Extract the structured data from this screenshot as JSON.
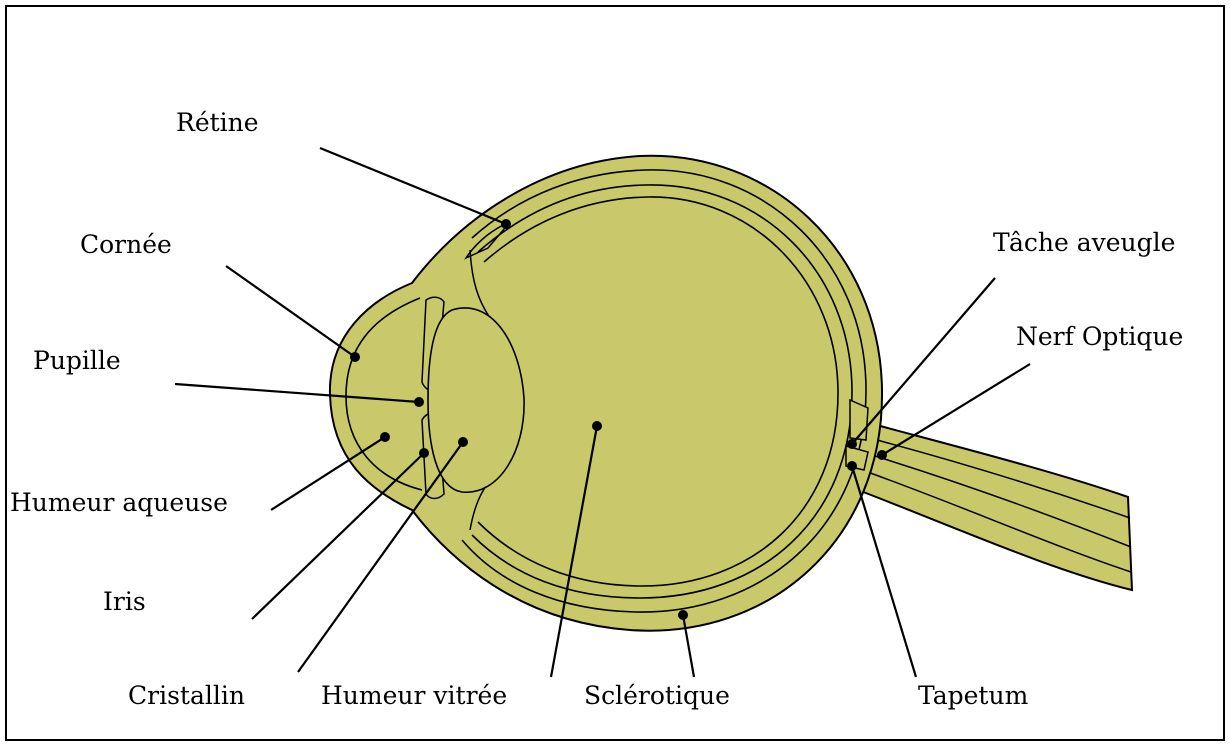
{
  "labels": {
    "retine": "Rétine",
    "cornee": "Cornée",
    "pupille": "Pupille",
    "humeur_aqueuse": "Humeur aqueuse",
    "iris": "Iris",
    "cristallin": "Cristallin",
    "humeur_vitree": "Humeur vitrée",
    "sclerotique": "Sclérotique",
    "tapetum": "Tapetum",
    "tache_aveugle": "Tâche aveugle",
    "nerf_optique": "Nerf Optique"
  },
  "colors": {
    "tissue": "#c9c96b",
    "outline": "#000000",
    "background": "#ffffff"
  }
}
